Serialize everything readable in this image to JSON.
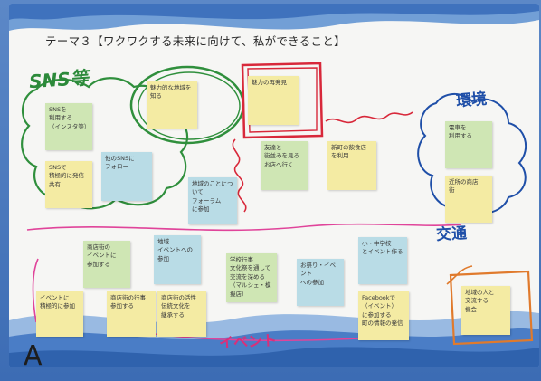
{
  "title": "テーマ３【ワクワクする未来に向けて、私ができること】",
  "section_labels": {
    "sns": "SNS等",
    "kankyo": "環境",
    "kotsu": "交通",
    "event": "イベント",
    "board_letter": "A"
  },
  "notes": {
    "n1": "SNSを\n利用する\n（インスタ等）",
    "n2": "魅力的な地域を\n知る",
    "n3": "魅力の再発見",
    "n4": "SNSで\n積極的に発信\n共有",
    "n5": "他のSNSに\nフォロー",
    "n6": "地域のことについて\nフォーラム\nに参加",
    "n7": "友達と\n街並みを見る\nお店へ行く",
    "n8": "新町の飲食店\nを利用",
    "n9": "電車を\n利用する",
    "n10": "近所の商店\n街",
    "n11": "商店街の\nイベントに\n参加する",
    "n12": "地域\nイベントへの\n参加",
    "n13": "学校行事\n文化祭を通して\n交流を深める\n（マルシェ・模擬店）",
    "n14": "お祭り・イベント\nへの参加",
    "n15": "小・中学校\nとイベント作る",
    "n16": "イベントに\n積極的に参加",
    "n17": "商店街の行事\n参加する",
    "n18": "商店街の活性\n伝統文化を\n継承する",
    "n19": "Facebookで\n（イベント）\nに参加する\n町の情報の発信",
    "n20": "地域の人と\n交流する\n機会"
  },
  "colors": {
    "sticky_green": "#cfe6b4",
    "sticky_yellow": "#f4eba3",
    "sticky_blue": "#b9dce6",
    "marker_green": "#2f8f3c",
    "marker_red": "#d8283a",
    "marker_blue": "#1f4fa8",
    "marker_pink": "#e0449a",
    "marker_orange": "#e07a2c",
    "board_background": "#f6f6f4",
    "backdrop_blue": "#3f6fb5"
  }
}
